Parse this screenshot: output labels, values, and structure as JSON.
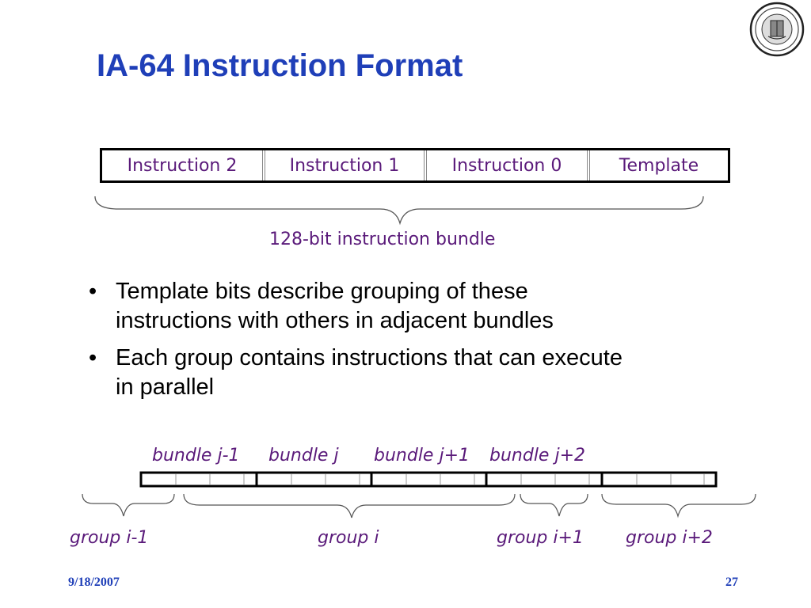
{
  "slide": {
    "title": "IA-64 Instruction Format",
    "footer_date": "9/18/2007",
    "page_number": "27"
  },
  "instruction_bundle": {
    "fields": [
      "Instruction 2",
      "Instruction 1",
      "Instruction 0",
      "Template"
    ],
    "caption": "128-bit instruction bundle"
  },
  "bullets": [
    {
      "text_line1": "Template bits describe grouping of these",
      "text_line2": "instructions with others in adjacent bundles"
    },
    {
      "text_line1": "Each group contains instructions that can execute",
      "text_line2": "in parallel"
    }
  ],
  "bundle_sequence": {
    "bundles": [
      "bundle j-1",
      "bundle j",
      "bundle j+1",
      "bundle j+2"
    ],
    "groups": [
      "group i-1",
      "group i",
      "group i+1",
      "group i+2"
    ]
  },
  "colors": {
    "title": "#1f3fb8",
    "label": "#5a1a7a",
    "line": "#000000"
  },
  "icons": {
    "seal": "university-seal-icon",
    "bullet": "•"
  }
}
